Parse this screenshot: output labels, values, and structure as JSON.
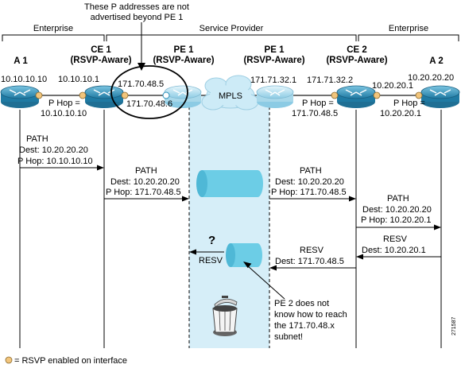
{
  "annotation_top": [
    "These P addresses are not",
    "advertised beyond PE 1"
  ],
  "domains": {
    "left": "Enterprise",
    "middle": "Service Provider",
    "right": "Enterprise"
  },
  "nodes": {
    "a1": {
      "name": "A 1"
    },
    "ce1": {
      "name": "CE 1",
      "role": "(RSVP-Aware)"
    },
    "pe1_left": {
      "name": "PE 1",
      "role": "(RSVP-Aware)"
    },
    "pe1_right": {
      "name": "PE 1",
      "role": "(RSVP-Aware)"
    },
    "ce2": {
      "name": "CE 2",
      "role": "(RSVP-Aware)"
    },
    "a2": {
      "name": "A 2"
    },
    "mpls": "MPLS"
  },
  "addresses": {
    "a1_if": "10.10.10.10",
    "ce1_if": "10.10.10.1",
    "ce1_phop": [
      "P Hop =",
      "10.10.10.10"
    ],
    "pe1_if_a": "171.70.48.5",
    "pe1_if_b": "171.70.48.6",
    "pe_right_if": "171.71.32.1",
    "ce2_if": "171.71.32.2",
    "ce2_phop": [
      "P Hop =",
      "171.70.48.5"
    ],
    "ce2_right_if": "10.20.20.1",
    "a2_if": "10.20.20.20",
    "a2_phop": [
      "P Hop =",
      "10.20.20.1"
    ]
  },
  "messages": {
    "path1": [
      "PATH",
      "Dest: 10.20.20.20",
      "P Hop: 10.10.10.10"
    ],
    "path2": [
      "PATH",
      "Dest: 10.20.20.20",
      "P Hop: 171.70.48.5"
    ],
    "path3": [
      "PATH",
      "Dest: 10.20.20.20",
      "P Hop: 171.70.48.5"
    ],
    "path4": [
      "PATH",
      "Dest: 10.20.20.20",
      "P Hop: 10.20.20.1"
    ],
    "resv1": [
      "RESV",
      "Dest: 10.20.20.1"
    ],
    "resv2": [
      "RESV",
      "Dest: 171.70.48.5"
    ],
    "resv3": "RESV",
    "question": "?"
  },
  "note": [
    "PE 2 does not",
    "know how to reach",
    "the 171.70.48.x",
    "subnet!"
  ],
  "legend": "= RSVP enabled on interface",
  "figure_id": "271587",
  "colors": {
    "router": "#2a8fb8",
    "router_light": "#a8d8ea",
    "interface_dot": "#f2c57c",
    "band": "#d6eef8",
    "cylinder": "#6ccde6",
    "mpls_cloud": "#cdebf7"
  }
}
